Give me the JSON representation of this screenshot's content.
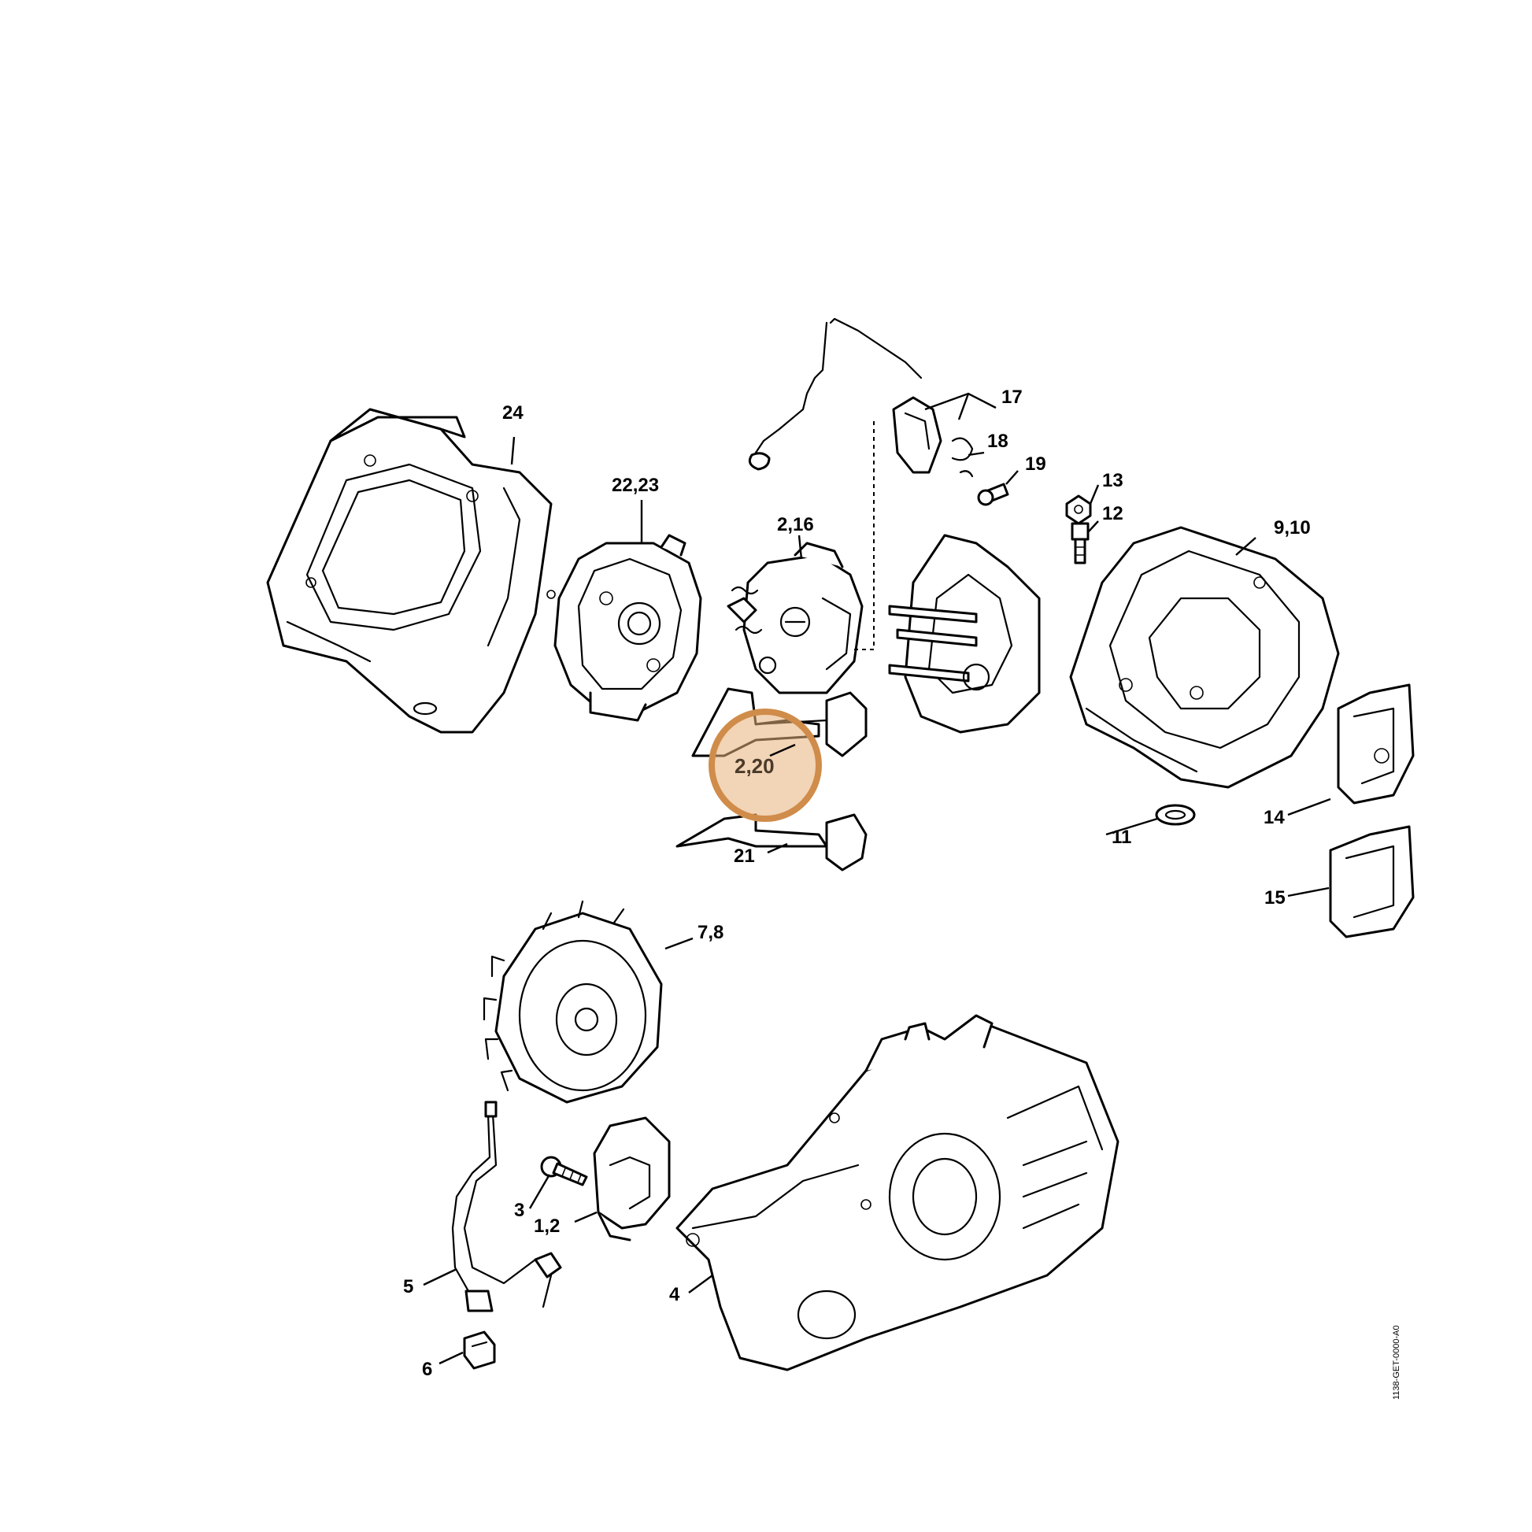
{
  "diagram": {
    "highlight_color": "#d08c4a",
    "highlighted_label": "2,20",
    "document_id": "1138-GET-0000-A0",
    "callouts": [
      {
        "id": "24",
        "label": "24"
      },
      {
        "id": "22-23",
        "label": "22,23"
      },
      {
        "id": "2-16",
        "label": "2,16"
      },
      {
        "id": "17",
        "label": "17"
      },
      {
        "id": "18",
        "label": "18"
      },
      {
        "id": "19",
        "label": "19"
      },
      {
        "id": "13",
        "label": "13"
      },
      {
        "id": "12",
        "label": "12"
      },
      {
        "id": "9-10",
        "label": "9,10"
      },
      {
        "id": "2-20",
        "label": "2,20"
      },
      {
        "id": "21",
        "label": "21"
      },
      {
        "id": "14",
        "label": "14"
      },
      {
        "id": "11",
        "label": "11"
      },
      {
        "id": "15",
        "label": "15"
      },
      {
        "id": "7-8",
        "label": "7,8"
      },
      {
        "id": "3",
        "label": "3"
      },
      {
        "id": "1-2",
        "label": "1,2"
      },
      {
        "id": "5",
        "label": "5"
      },
      {
        "id": "4",
        "label": "4"
      },
      {
        "id": "6",
        "label": "6"
      }
    ]
  }
}
